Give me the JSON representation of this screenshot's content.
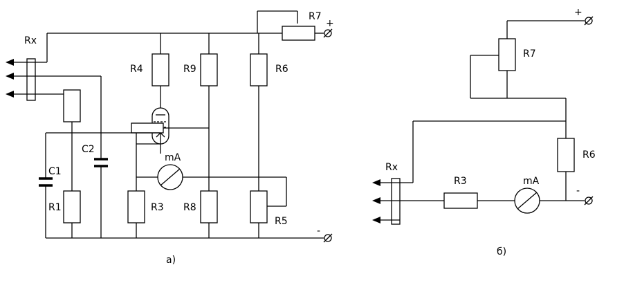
{
  "labels": {
    "rx_a": "Rx",
    "r1": "R1",
    "r3": "R3",
    "r4": "R4",
    "r5": "R5",
    "r6": "R6",
    "r7": "R7",
    "r8": "R8",
    "r9": "R9",
    "c1": "C1",
    "c2": "C2",
    "ma_a": "mA",
    "plus_a": "+",
    "minus_a": "-",
    "caption_a": "а)",
    "rx_b": "Rx",
    "r3_b": "R3",
    "r6_b": "R6",
    "r7_b": "R7",
    "ma_b": "mA",
    "plus_b": "+",
    "minus_b": "-",
    "caption_b": "б)"
  }
}
